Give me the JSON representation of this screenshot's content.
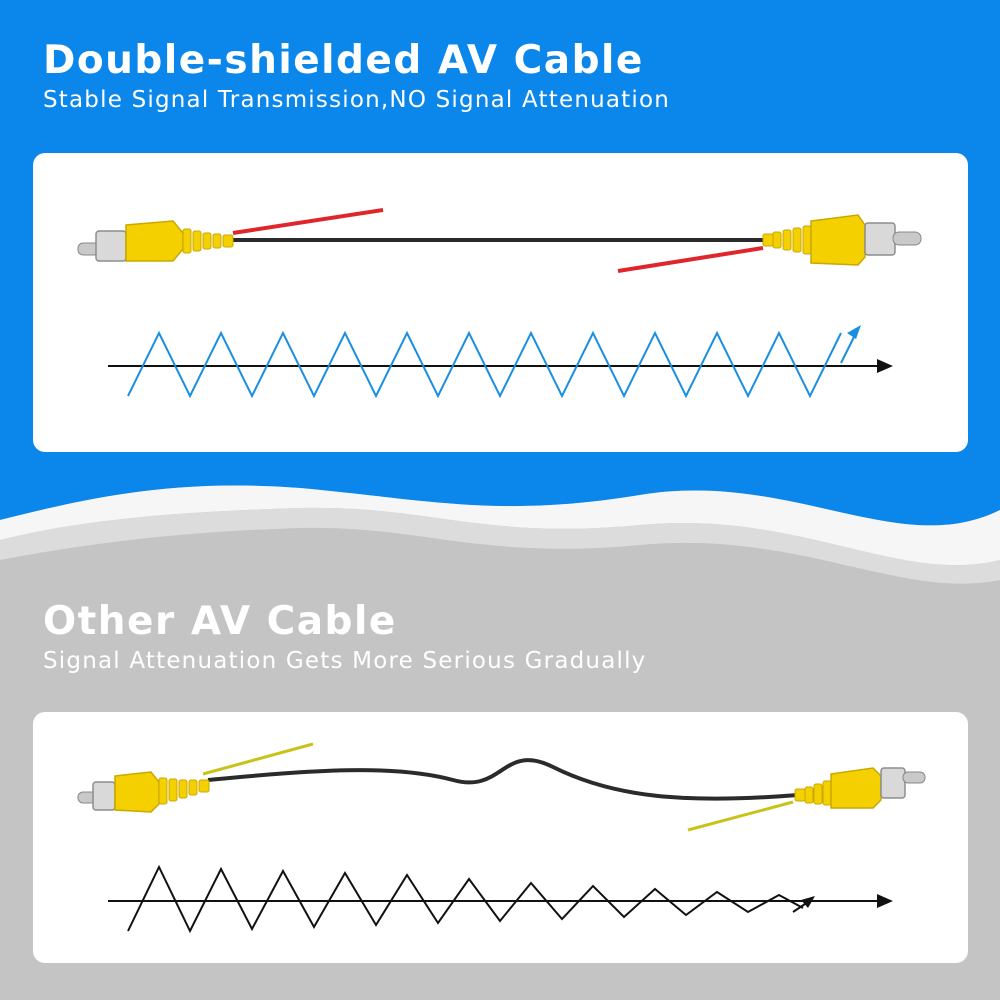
{
  "top_section": {
    "title": "Double-shielded AV Cable",
    "subtitle": "Stable Signal Transmission,NO Signal Attenuation",
    "background_color": "#0b86ea",
    "signal_color": "#1a8fe0",
    "wire_color": "#e0262b",
    "signal_type": "constant-amplitude zigzag"
  },
  "bottom_section": {
    "title": "Other AV Cable",
    "subtitle": "Signal Attenuation Gets More Serious Gradually",
    "background_color": "#c4c4c4",
    "signal_color": "#111111",
    "wire_color": "#c9c21a",
    "signal_type": "decaying-amplitude zigzag"
  },
  "connector_color": "#f5d000",
  "cable_color": "#2b2b2b",
  "axis_color": "#111111"
}
